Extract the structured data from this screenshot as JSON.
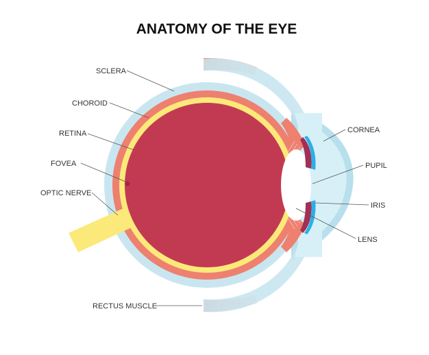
{
  "title": "ANATOMY OF THE EYE",
  "labels": {
    "sclera": "SCLERA",
    "choroid": "CHOROID",
    "retina": "RETINA",
    "fovea": "FOVEA",
    "optic_nerve": "OPTIC NERVE",
    "rectus_muscle": "RECTUS MUSCLE",
    "cornea": "CORNEA",
    "pupil": "PUPIL",
    "iris": "IRIS",
    "lens": "LENS"
  },
  "colors": {
    "sclera": "#c9e6f0",
    "choroid": "#ee8070",
    "retina": "#fbe97a",
    "vitreous": "#c23a52",
    "optic_nerve": "#fbe97a",
    "cornea": "#d7f0f8",
    "iris_blue": "#2bb0e6",
    "iris_dark": "#a42e54",
    "muscle": "#ea7563",
    "ciliary": "#f2a49a"
  }
}
